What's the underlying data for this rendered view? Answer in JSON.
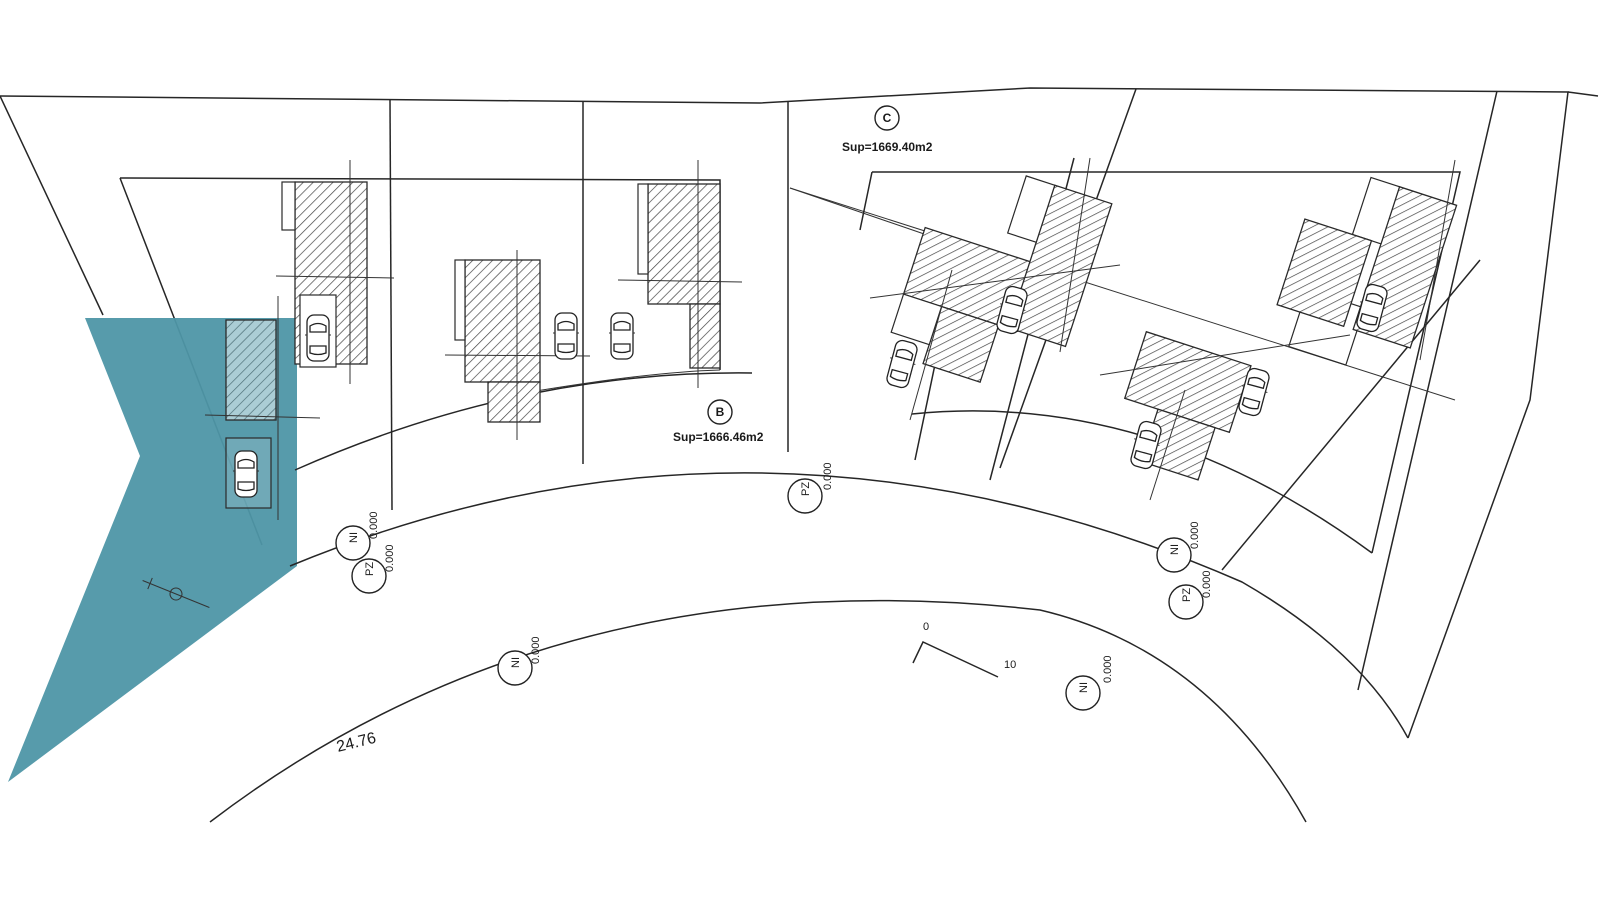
{
  "colors": {
    "paper": "#ffffff",
    "line": "#262626",
    "highlight": "#4e96a6"
  },
  "plots": [
    {
      "id": "B",
      "area_label": "Sup=1666.46m2"
    },
    {
      "id": "C",
      "area_label": "Sup=1669.40m2"
    }
  ],
  "level_markers": [
    {
      "tag": "PZ",
      "level": "0.000"
    },
    {
      "tag": "NI",
      "level": "0.000"
    },
    {
      "tag": "PZ",
      "level": "0.000"
    },
    {
      "tag": "NI",
      "level": "0.000"
    },
    {
      "tag": "PZ",
      "level": "0.000"
    },
    {
      "tag": "NI",
      "level": "0.000"
    },
    {
      "tag": "NI",
      "level": "0.000"
    }
  ],
  "curve_dimension": "24.76",
  "scale_bar": {
    "start": "0",
    "end": "10"
  },
  "icons": [
    "car-icon",
    "north-arrow-icon",
    "level-marker-icon"
  ]
}
